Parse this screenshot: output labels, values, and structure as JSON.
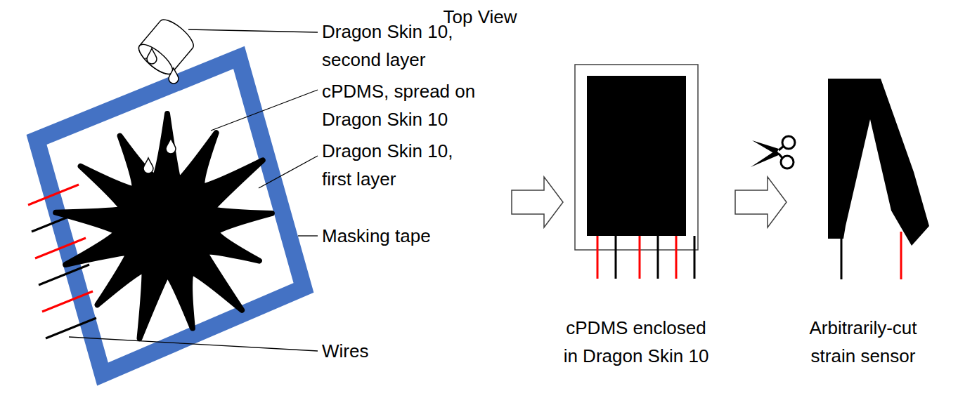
{
  "diagram": {
    "title": "Top View",
    "labels": [
      "Dragon Skin 10, second layer",
      "cPDMS, spread on Dragon Skin 10",
      "Dragon Skin 10, first layer",
      "Masking tape",
      "Wires",
      "cPDMS enclosed in Dragon Skin 10",
      "Arbitrarily-cut strain sensor"
    ]
  }
}
